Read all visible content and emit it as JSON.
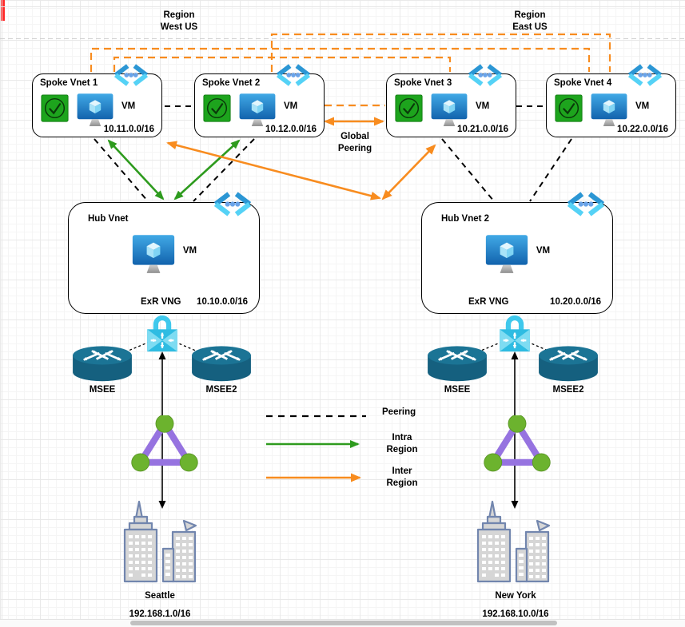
{
  "regions": {
    "west": {
      "line1": "Region",
      "line2": "West US"
    },
    "east": {
      "line1": "Region",
      "line2": "East US"
    }
  },
  "spokes": [
    {
      "name": "Spoke Vnet 1",
      "vm": "VM",
      "cidr": "10.11.0.0/16"
    },
    {
      "name": "Spoke Vnet 2",
      "vm": "VM",
      "cidr": "10.12.0.0/16"
    },
    {
      "name": "Spoke Vnet 3",
      "vm": "VM",
      "cidr": "10.21.0.0/16"
    },
    {
      "name": "Spoke Vnet 4",
      "vm": "VM",
      "cidr": "10.22.0.0/16"
    }
  ],
  "hubs": [
    {
      "name": "Hub Vnet",
      "vm": "VM",
      "gateway": "ExR VNG",
      "cidr": "10.10.0.0/16"
    },
    {
      "name": "Hub Vnet 2",
      "vm": "VM",
      "gateway": "ExR VNG",
      "cidr": "10.20.0.0/16"
    }
  ],
  "routers": {
    "west": [
      "MSEE",
      "MSEE2"
    ],
    "east": [
      "MSEE",
      "MSEE2"
    ]
  },
  "sites": {
    "west": {
      "city": "Seattle",
      "cidr": "192.168.1.0/16"
    },
    "east": {
      "city": "New York",
      "cidr": "192.168.10.0/16"
    }
  },
  "labels": {
    "global_peering": "Global\nPeering"
  },
  "legend": {
    "items": [
      {
        "label": "Peering",
        "style": "black-dashed-line"
      },
      {
        "label": "Intra\nRegion",
        "style": "green-arrow"
      },
      {
        "label": "Inter\nRegion",
        "style": "orange-arrow"
      }
    ]
  },
  "icons": {
    "vnet": "virtual-network-icon",
    "vm": "vm-icon",
    "check": "health-check-icon",
    "router": "msee-router-icon",
    "gateway": "vng-lock-icon",
    "onprem": "network-triangle-icon",
    "buildings": "city-buildings-icon"
  },
  "colors": {
    "peering_black": "#000000",
    "intra_green": "#2e9b1e",
    "inter_orange": "#f88c1f",
    "vnet_blue_dark": "#2b96d4",
    "vnet_blue_light": "#55d2f6",
    "vng_cyan": "#2fbce2",
    "router_teal": "#15607f",
    "triangle_purple": "#9673e0",
    "node_green": "#6cb32e",
    "building_fill": "#d6d6d6",
    "building_outline": "#7286ae",
    "check_green": "#1da41d",
    "vm_blue": "#1f7ec9"
  }
}
